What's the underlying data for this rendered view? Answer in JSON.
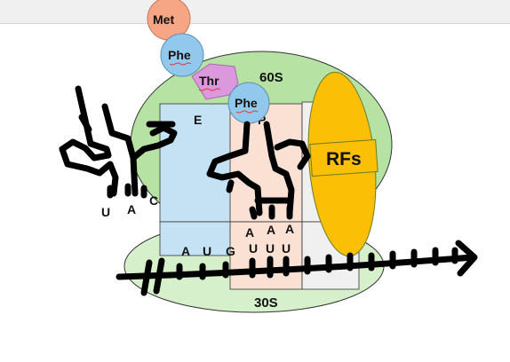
{
  "diagram": {
    "large_subunit": "60S",
    "small_subunit": "30S",
    "site_e": "E",
    "site_p": "P",
    "release_factor": "RFs",
    "peptide_chain": [
      "Met",
      "Phe",
      "Thr",
      "Phe"
    ],
    "exiting_trna_anticodon": [
      "U",
      "A",
      "C"
    ],
    "p_site_trna_anticodon": [
      "A",
      "A",
      "A"
    ],
    "mrna_e_site_codon": [
      "A",
      "U",
      "G"
    ],
    "mrna_p_site_codon": [
      "U",
      "U",
      "U"
    ]
  },
  "colors": {
    "ribosome_60s": "#b6e3a4",
    "ribosome_30s": "#d6f0cc",
    "site_e": "#c4e2f4",
    "site_p": "#fbe1d3",
    "site_a": "#f0f0f0",
    "rf": "#fbbf06",
    "met": "#f6a585",
    "phe": "#92c8ec",
    "thr": "#dc98dc"
  }
}
